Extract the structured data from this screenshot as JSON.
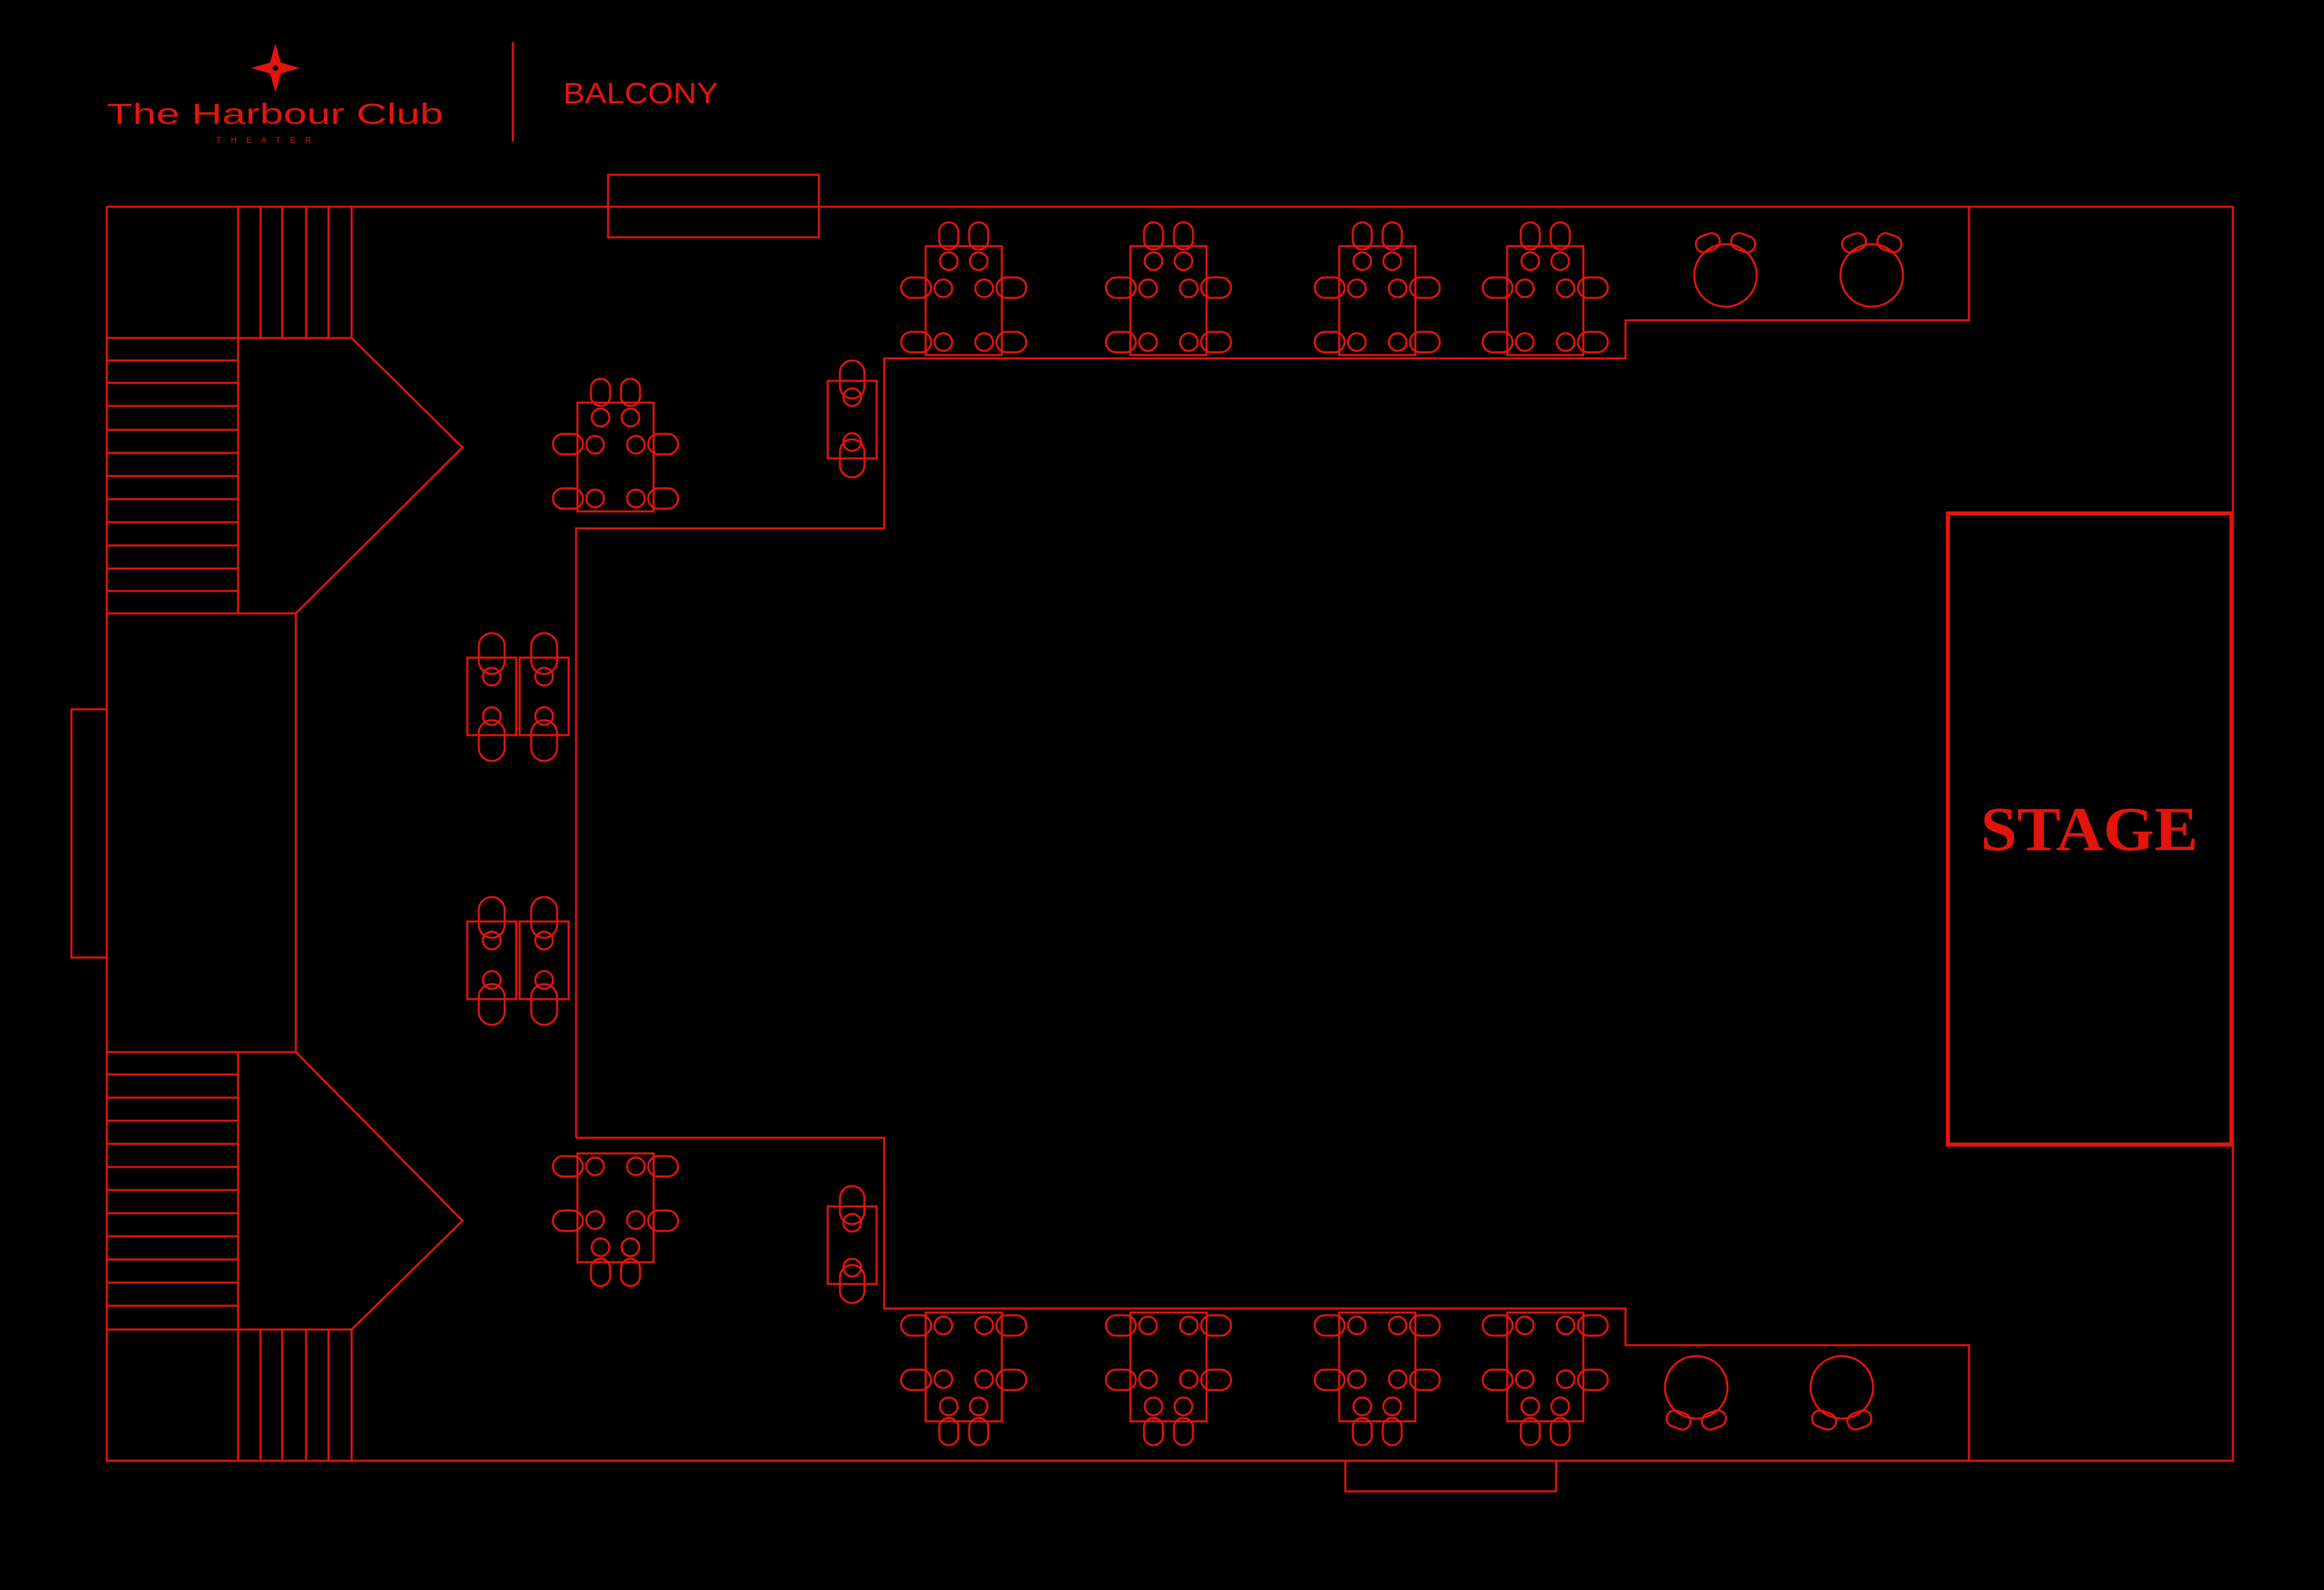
{
  "header": {
    "brand_name": "The Harbour Club",
    "brand_subtitle": "THEATER",
    "section_label": "BALCONY",
    "logo_icon": "compass-star-icon"
  },
  "floor_plan": {
    "stage_label": "STAGE",
    "accent_color": "#e3140d",
    "background_color": "#000000"
  }
}
